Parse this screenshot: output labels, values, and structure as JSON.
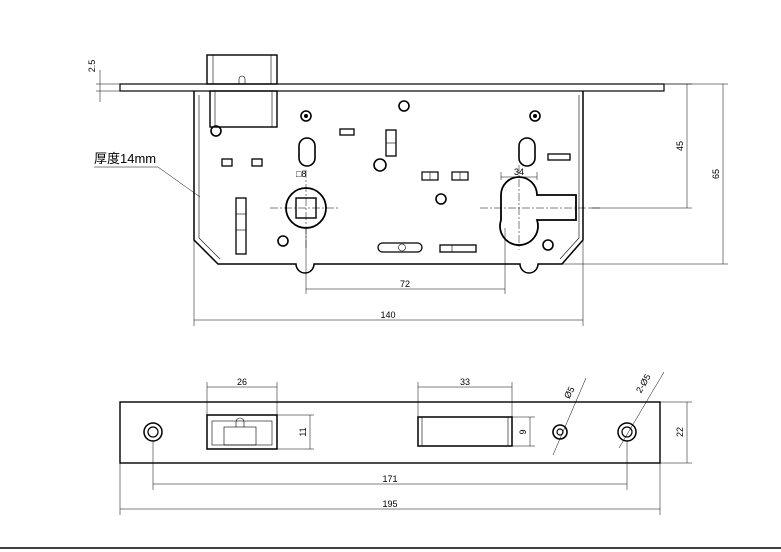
{
  "thickness_note": "厚度14mm",
  "side_view": {
    "faceplate_thickness": "2.5",
    "dims": {
      "height_45": "45",
      "height_65": "65",
      "spindle_square": "□8",
      "cylinder_width": "34",
      "backset_72": "72",
      "overall_140": "140"
    }
  },
  "front_view": {
    "dims": {
      "latch_width": "26",
      "latch_height": "11",
      "bolt_width": "33",
      "bolt_height": "9",
      "hole_small": "Ø5",
      "hole_pair": "2-Ø5",
      "plate_height": "22",
      "hole_spacing": "171",
      "plate_length": "195"
    }
  }
}
